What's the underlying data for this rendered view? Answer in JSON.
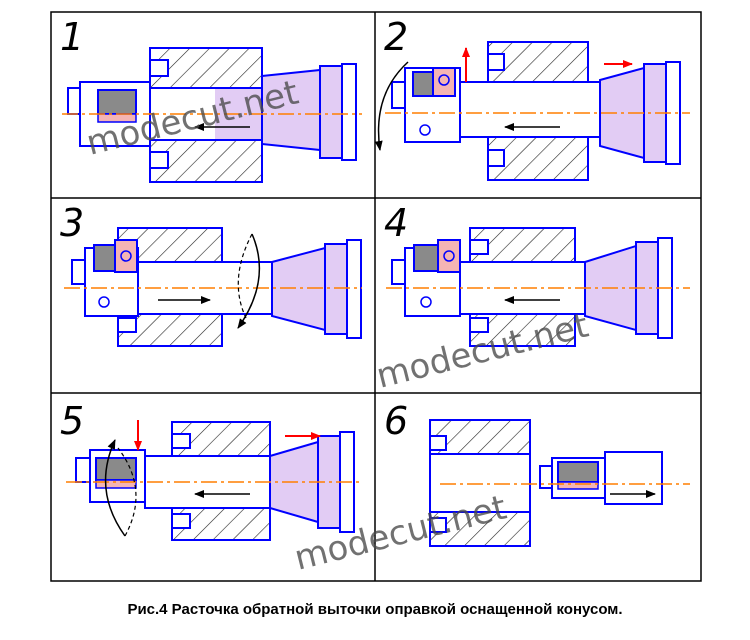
{
  "figure": {
    "caption": "Рис.4 Расточка обратной выточки  оправкой оснащенной конусом.",
    "watermark": "modecut.net",
    "steps": [
      {
        "label": "1"
      },
      {
        "label": "2"
      },
      {
        "label": "3"
      },
      {
        "label": "4"
      },
      {
        "label": "5"
      },
      {
        "label": "6"
      }
    ],
    "colors": {
      "outline": "#0000ff",
      "tool_body": "#e2ccf4",
      "cutter": "#f4b4b4",
      "insert": "#8a8a8a",
      "axis": "#ff7f00",
      "move_arrow": "#ff0000"
    }
  }
}
